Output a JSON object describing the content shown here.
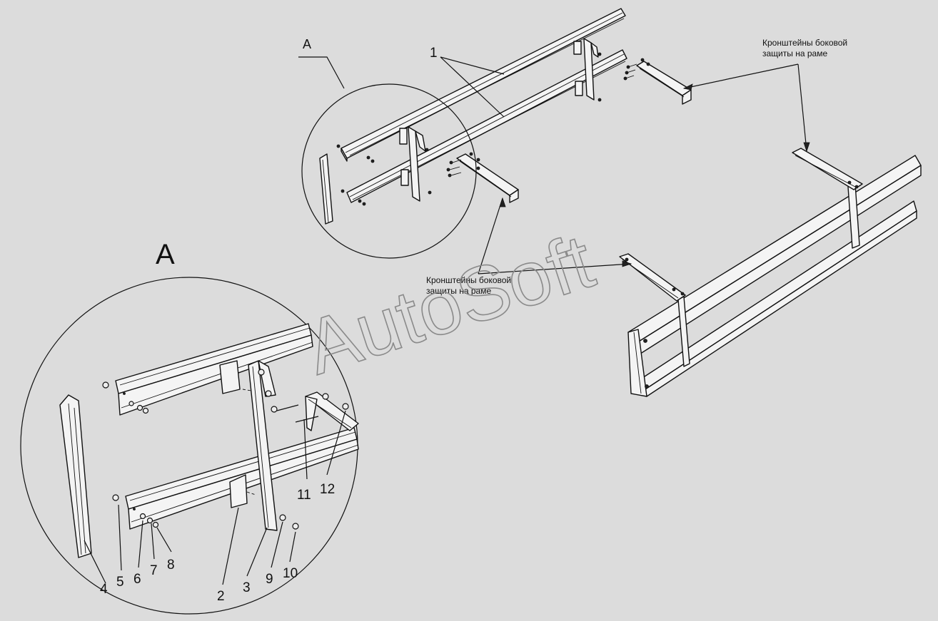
{
  "watermark": "AutoSoft",
  "detail_view": {
    "letter_small": "A",
    "letter_large": "A"
  },
  "annotations": {
    "bracket_label_right_line1": "Кронштейны боковой",
    "bracket_label_right_line2": "защиты на раме",
    "bracket_label_center_line1": "Кронштейны боковой",
    "bracket_label_center_line2": "защиты на раме"
  },
  "callouts": [
    "1",
    "2",
    "3",
    "4",
    "5",
    "6",
    "7",
    "8",
    "9",
    "10",
    "11",
    "12"
  ]
}
